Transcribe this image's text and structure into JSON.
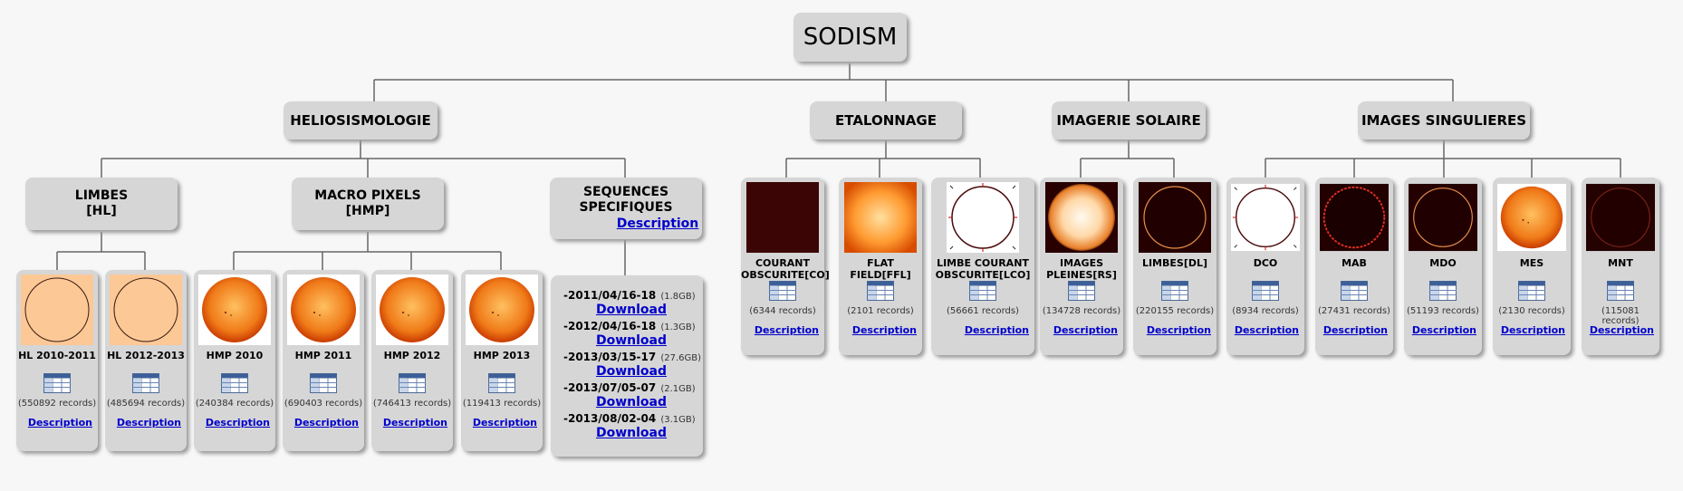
{
  "colors": {
    "node_bg": "#d6d6d6",
    "link": "#0000cc",
    "line": "#666666"
  },
  "root": {
    "label": "SODISM"
  },
  "categories": {
    "helio": "HELIOSISMOLOGIE",
    "etal": "ETALONNAGE",
    "imagerie": "IMAGERIE SOLAIRE",
    "singul": "IMAGES SINGULIERES"
  },
  "subcategories": {
    "limbes": {
      "line1": "LIMBES",
      "line2": "[HL]"
    },
    "macro": {
      "line1": "MACRO PIXELS",
      "line2": "[HMP]"
    },
    "seq": {
      "line1": "SEQUENCES",
      "line2": "SPECIFIQUES",
      "desc": "Description"
    }
  },
  "datasets": [
    {
      "line1": "HL 2010-2011",
      "line2": "",
      "records": "(550892 records)",
      "desc": "Description",
      "thumb": "peach-limb"
    },
    {
      "line1": "HL 2012-2013",
      "line2": "",
      "records": "(485694 records)",
      "desc": "Description",
      "thumb": "peach-limb"
    },
    {
      "line1": "HMP 2010",
      "line2": "",
      "records": "(240384 records)",
      "desc": "Description",
      "thumb": "orange-sun"
    },
    {
      "line1": "HMP 2011",
      "line2": "",
      "records": "(690403 records)",
      "desc": "Description",
      "thumb": "orange-sun"
    },
    {
      "line1": "HMP 2012",
      "line2": "",
      "records": "(746413 records)",
      "desc": "Description",
      "thumb": "orange-sun"
    },
    {
      "line1": "HMP 2013",
      "line2": "",
      "records": "(119413 records)",
      "desc": "Description",
      "thumb": "orange-sun"
    },
    {
      "line1": "COURANT",
      "line2": "OBSCURITE[CO]",
      "records": "(6344 records)",
      "desc": "Description",
      "thumb": "dark-square"
    },
    {
      "line1": "FLAT",
      "line2": "FIELD[FFL]",
      "records": "(2101 records)",
      "desc": "Description",
      "thumb": "orange-field"
    },
    {
      "line1": "LIMBE COURANT",
      "line2": "OBSCURITE[LCO]",
      "records": "(56661 records)",
      "desc": "Description",
      "thumb": "white-disk-marked"
    },
    {
      "line1": "IMAGES",
      "line2": "PLEINES[RS]",
      "records": "(134728 records)",
      "desc": "Description",
      "thumb": "bright-sun"
    },
    {
      "line1": "LIMBES[DL]",
      "line2": "",
      "records": "(220155 records)",
      "desc": "Description",
      "thumb": "dark-limb"
    },
    {
      "line1": "DCO",
      "line2": "",
      "records": "(8934 records)",
      "desc": "Description",
      "thumb": "white-disk-marked"
    },
    {
      "line1": "MAB",
      "line2": "",
      "records": "(27431 records)",
      "desc": "Description",
      "thumb": "dark-limb-red"
    },
    {
      "line1": "MDO",
      "line2": "",
      "records": "(51193 records)",
      "desc": "Description",
      "thumb": "dark-limb"
    },
    {
      "line1": "MES",
      "line2": "",
      "records": "(2130 records)",
      "desc": "Description",
      "thumb": "orange-sun"
    },
    {
      "line1": "MNT",
      "line2": "",
      "records": "(115081 records)",
      "desc": "Description",
      "thumb": "dark-limb-faint"
    }
  ],
  "sequences": [
    {
      "date": "-2011/04/16-18",
      "size": "(1.8GB)",
      "download": "Download"
    },
    {
      "date": "-2012/04/16-18",
      "size": "(1.3GB)",
      "download": "Download"
    },
    {
      "date": "-2013/03/15-17",
      "size": "(27.6GB)",
      "download": "Download"
    },
    {
      "date": "-2013/07/05-07",
      "size": "(2.1GB)",
      "download": "Download"
    },
    {
      "date": "-2013/08/02-04",
      "size": "(3.1GB)",
      "download": "Download"
    }
  ]
}
